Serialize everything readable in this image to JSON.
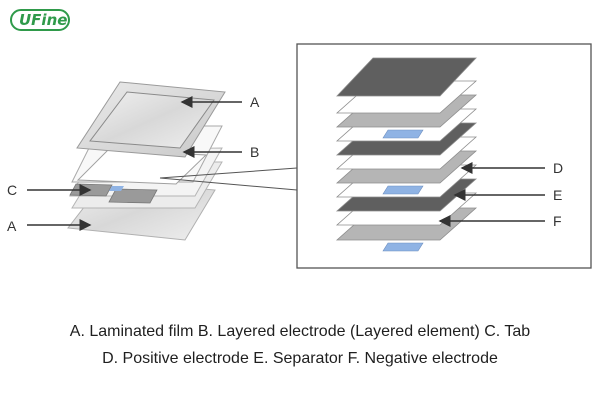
{
  "logo": {
    "text": "UFine"
  },
  "labels": {
    "left_film_top": "A",
    "left_electrode": "B",
    "left_tab": "C",
    "left_film_bottom": "A",
    "right_positive": "D",
    "right_separator": "E",
    "right_negative": "F"
  },
  "caption": {
    "line1": "A. Laminated film B. Layered electrode (Layered element) C. Tab",
    "line2": "D. Positive electrode E. Separator F. Negative electrode"
  },
  "colors": {
    "positive_electrode": "#5f5f5f",
    "separator": "#ffffff",
    "negative_electrode": "#b5b5b5",
    "current_collector": "#8fb3e4",
    "film": "#d9d9d9",
    "logo": "#2f9a4a"
  }
}
